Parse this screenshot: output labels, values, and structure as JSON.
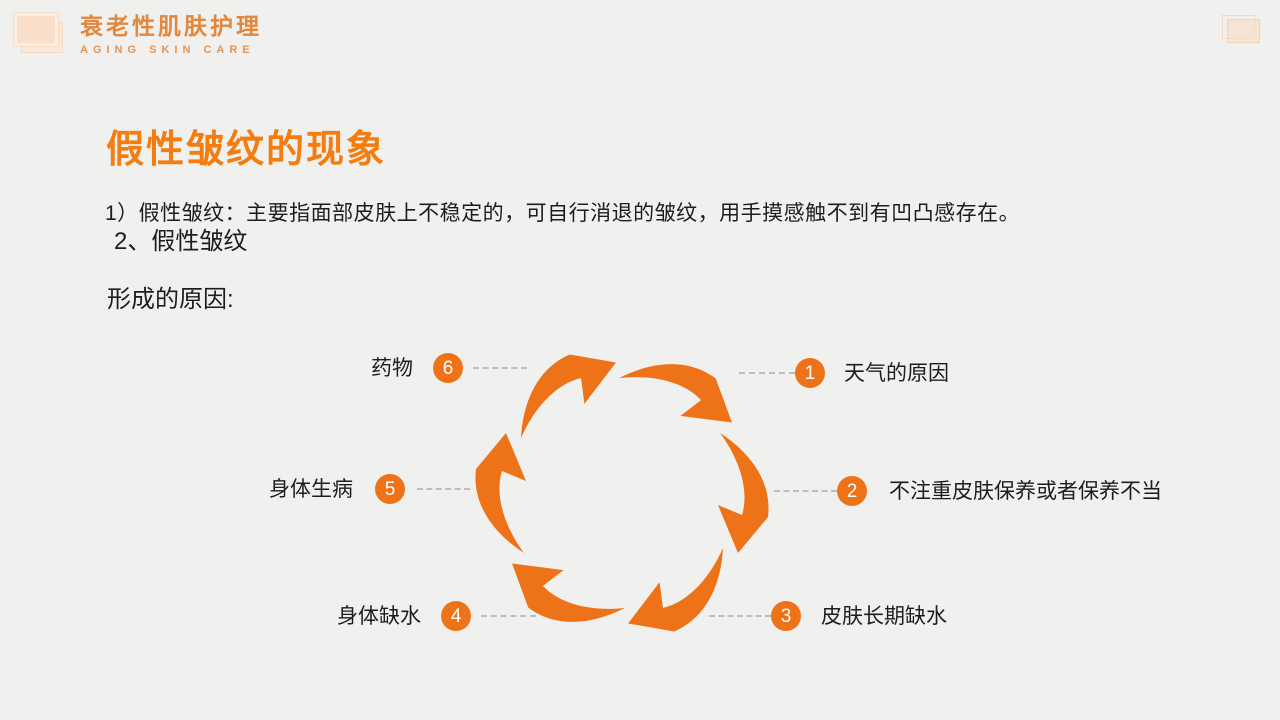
{
  "colors": {
    "accent": "#EE7318",
    "title": "#F57C0E",
    "brand": "#E2873C",
    "brand_light": "#E69552",
    "text": "#1D1D1D",
    "background": "#F0F0EE",
    "dash": "#BDBDBD",
    "badge_text": "#FFFFFF",
    "logo_fill": "#F9DFC9"
  },
  "header": {
    "brand_cn": "衰老性肌肤护理",
    "brand_en": "AGING SKIN CARE"
  },
  "title": "假性皱纹的现象",
  "paragraph": "1）假性皱纹：主要指面部皮肤上不稳定的，可自行消退的皱纹，用手摸感触不到有凹凸感存在。",
  "subtitle_1": "2、假性皱纹",
  "subtitle_2": "形成的原因:",
  "cycle": {
    "direction": "clockwise",
    "items": [
      {
        "num": "1",
        "label": "天气的原因"
      },
      {
        "num": "2",
        "label": "不注重皮肤保养或者保养不当"
      },
      {
        "num": "3",
        "label": "皮肤长期缺水"
      },
      {
        "num": "4",
        "label": "身体缺水"
      },
      {
        "num": "5",
        "label": "身体生病"
      },
      {
        "num": "6",
        "label": "药物"
      }
    ]
  }
}
